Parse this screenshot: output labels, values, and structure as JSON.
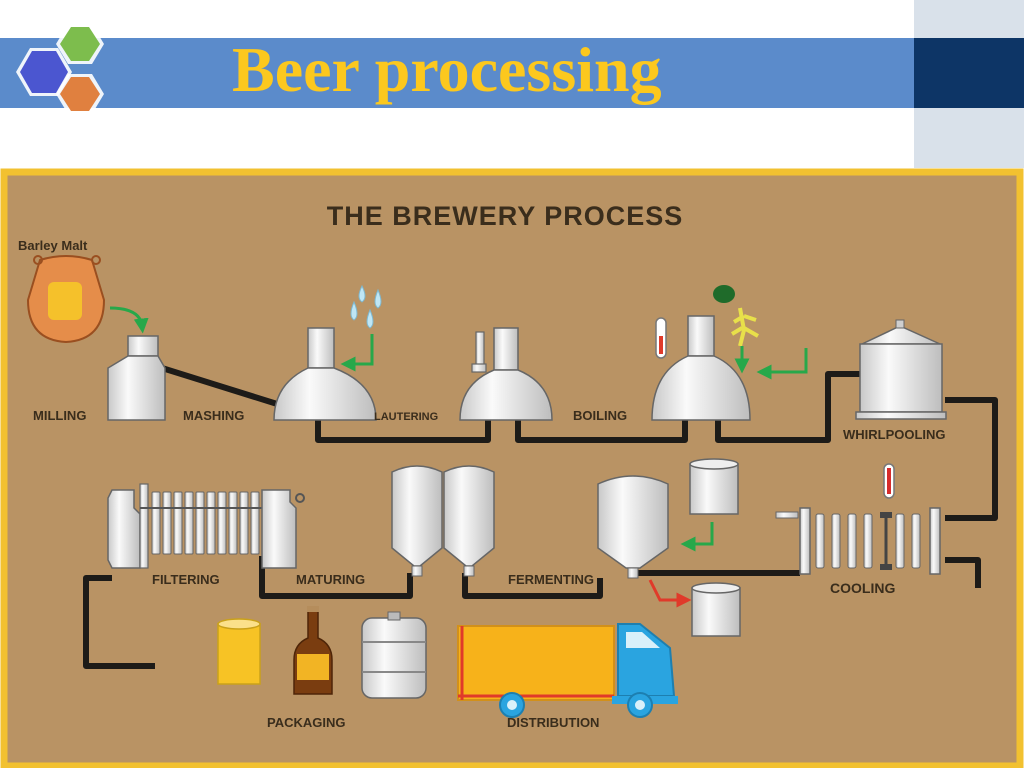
{
  "slide": {
    "title": "Beer processing"
  },
  "diagram": {
    "heading": "THE BREWERY PROCESS",
    "barley": "Barley Malt",
    "milling": "MILLING",
    "mashing": "MASHING",
    "lautering": "LAUTERING",
    "boiling": "BOILING",
    "whirlpooling": "WHIRLPOOLING",
    "filtering": "FILTERING",
    "maturing": "MATURING",
    "fermenting": "FERMENTING",
    "cooling": "COOLING",
    "packaging": "PACKAGING",
    "distribution": "DISTRIBUTION"
  },
  "colors": {
    "title": "#fcc81e",
    "header_bar": "#5b8bcb",
    "header_dark": "#0d3566",
    "diagram_bg": "#b99364",
    "diagram_border": "#f2c130",
    "pipe": "#1d1b18",
    "arrow_green": "#27a84a",
    "arrow_red": "#e03a2a",
    "truck_cab": "#2aa4e0",
    "truck_body": "#f7b21a"
  },
  "icons": {
    "logo": "hexagon-cluster-logo",
    "water": "water-drops-icon",
    "hops": "hops-icon",
    "thermometer": "thermometer-icon",
    "truck": "truck-icon",
    "bottle": "bottle-icon",
    "can": "can-icon",
    "keg": "keg-icon"
  }
}
